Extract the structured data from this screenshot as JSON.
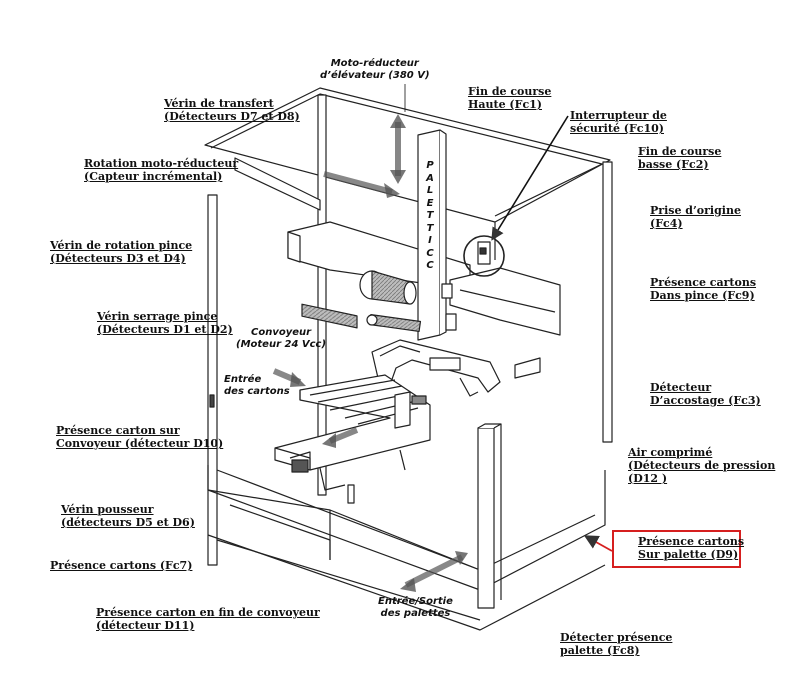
{
  "labels": {
    "verin_transfert": {
      "l1": "Vérin de transfert",
      "l2": "(Détecteurs D7 et D8)"
    },
    "rotation_moto": {
      "l1": "Rotation moto-réducteur",
      "l2": "(Capteur incrémental)"
    },
    "verin_rotation": {
      "l1": "Vérin de rotation pince",
      "l2": "(Détecteurs D3 et D4)"
    },
    "verin_serrage": {
      "l1": "Vérin serrage pince",
      "l2": "(Détecteurs D1 et D2)"
    },
    "presence_convoyeur": {
      "l1": "Présence carton sur",
      "l2": "Convoyeur (détecteur D10)"
    },
    "verin_pousseur": {
      "l1": "Vérin pousseur",
      "l2": "(détecteurs D5 et D6)"
    },
    "presence_fc7": {
      "l1": "Présence cartons (Fc7)"
    },
    "presence_fin_convoyeur": {
      "l1": "Présence carton en fin de convoyeur",
      "l2": "(détecteur D11)"
    },
    "fin_course_haute": {
      "l1": "Fin de course",
      "l2": "Haute (Fc1)"
    },
    "interrupteur_securite": {
      "l1": "Interrupteur de",
      "l2": "sécurité (Fc10)"
    },
    "fin_course_basse": {
      "l1": "Fin de course",
      "l2": "basse (Fc2)"
    },
    "prise_origine": {
      "l1": "Prise d’origine",
      "l2": "(Fc4)"
    },
    "presence_pince": {
      "l1": "Présence cartons",
      "l2": "Dans pince (Fc9)"
    },
    "detecteur_accostage": {
      "l1": "Détecteur",
      "l2": "D’accostage (Fc3)"
    },
    "air_comprime": {
      "l1": "Air comprimé",
      "l2": "(Détecteurs de pression",
      "l3": "(D12 )"
    },
    "presence_palette": {
      "l1": "Présence cartons",
      "l2": "Sur palette (D9)"
    },
    "detecter_palette": {
      "l1": "Détecter présence",
      "l2": "palette (Fc8)"
    }
  },
  "inner_labels": {
    "moto_reducteur": {
      "l1": "Moto-réducteur",
      "l2": "d’élévateur (380 V)"
    },
    "convoyeur": {
      "l1": "Convoyeur",
      "l2": "(Moteur 24 Vcc)"
    },
    "entree_cartons": {
      "l1": "Entrée",
      "l2": "des cartons"
    },
    "entree_sortie": {
      "l1": "Entrée/Sortie",
      "l2": "des palettes"
    },
    "paletticc": [
      "P",
      "A",
      "L",
      "E",
      "T",
      "T",
      "I",
      "C",
      "C"
    ]
  },
  "colors": {
    "highlight": "#d61f1f",
    "line": "#222222",
    "fill": "#ffffff",
    "shade": "#9a9a9a"
  }
}
